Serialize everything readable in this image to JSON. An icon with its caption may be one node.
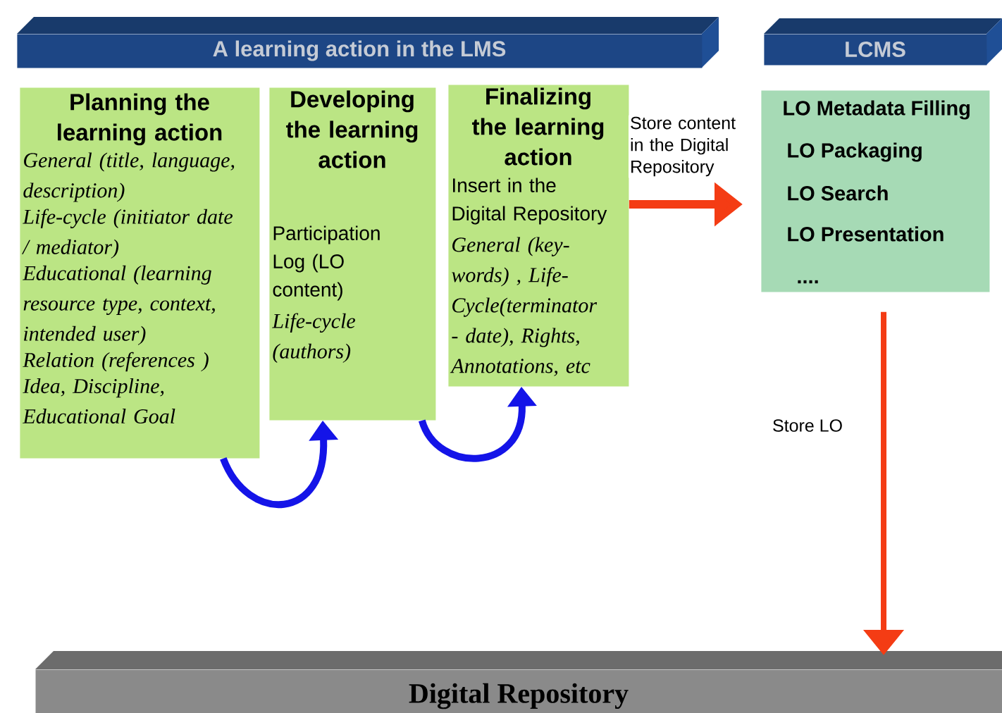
{
  "diagram": {
    "nodes": [
      {
        "text": [
          "A learning action in the LMS"
        ]
      },
      {
        "text": [
          "Planning the learning action",
          "General (title, language, description)",
          "Life-cycle (initiator date / mediator)",
          "Educational (learning resource type, context, intended user)",
          "Relation (references )",
          "Idea, Discipline, Educational Goal"
        ]
      },
      {
        "text": [
          "Developing the learning action",
          "Participation Log (LO content)",
          "Life-cycle (authors)"
        ]
      },
      {
        "text": [
          "Finalizing the learning action",
          "Insert in the Digital Repository",
          "General (key-words) ,  Life-Cycle(terminator - date), Rights, Annotations, etc"
        ]
      },
      {
        "text": [
          "LCMS"
        ]
      },
      {
        "text": [
          "LO Metadata Filling",
          "LO Packaging",
          "LO Search",
          "LO Presentation",
          "...."
        ]
      },
      {
        "text": [
          "Digital Repository"
        ]
      }
    ],
    "edges": [
      {
        "from": 1,
        "to": 2,
        "arrow": "to",
        "color": "#1414e8"
      },
      {
        "from": 2,
        "to": 3,
        "arrow": "to",
        "color": "#1414e8"
      },
      {
        "from": 3,
        "to": 5,
        "arrow": "to",
        "label": "Store content in the Digital Repository",
        "color": "#f43c14"
      },
      {
        "from": 5,
        "to": 6,
        "arrow": "to",
        "label": "Store LO",
        "color": "#f43c14"
      }
    ]
  }
}
